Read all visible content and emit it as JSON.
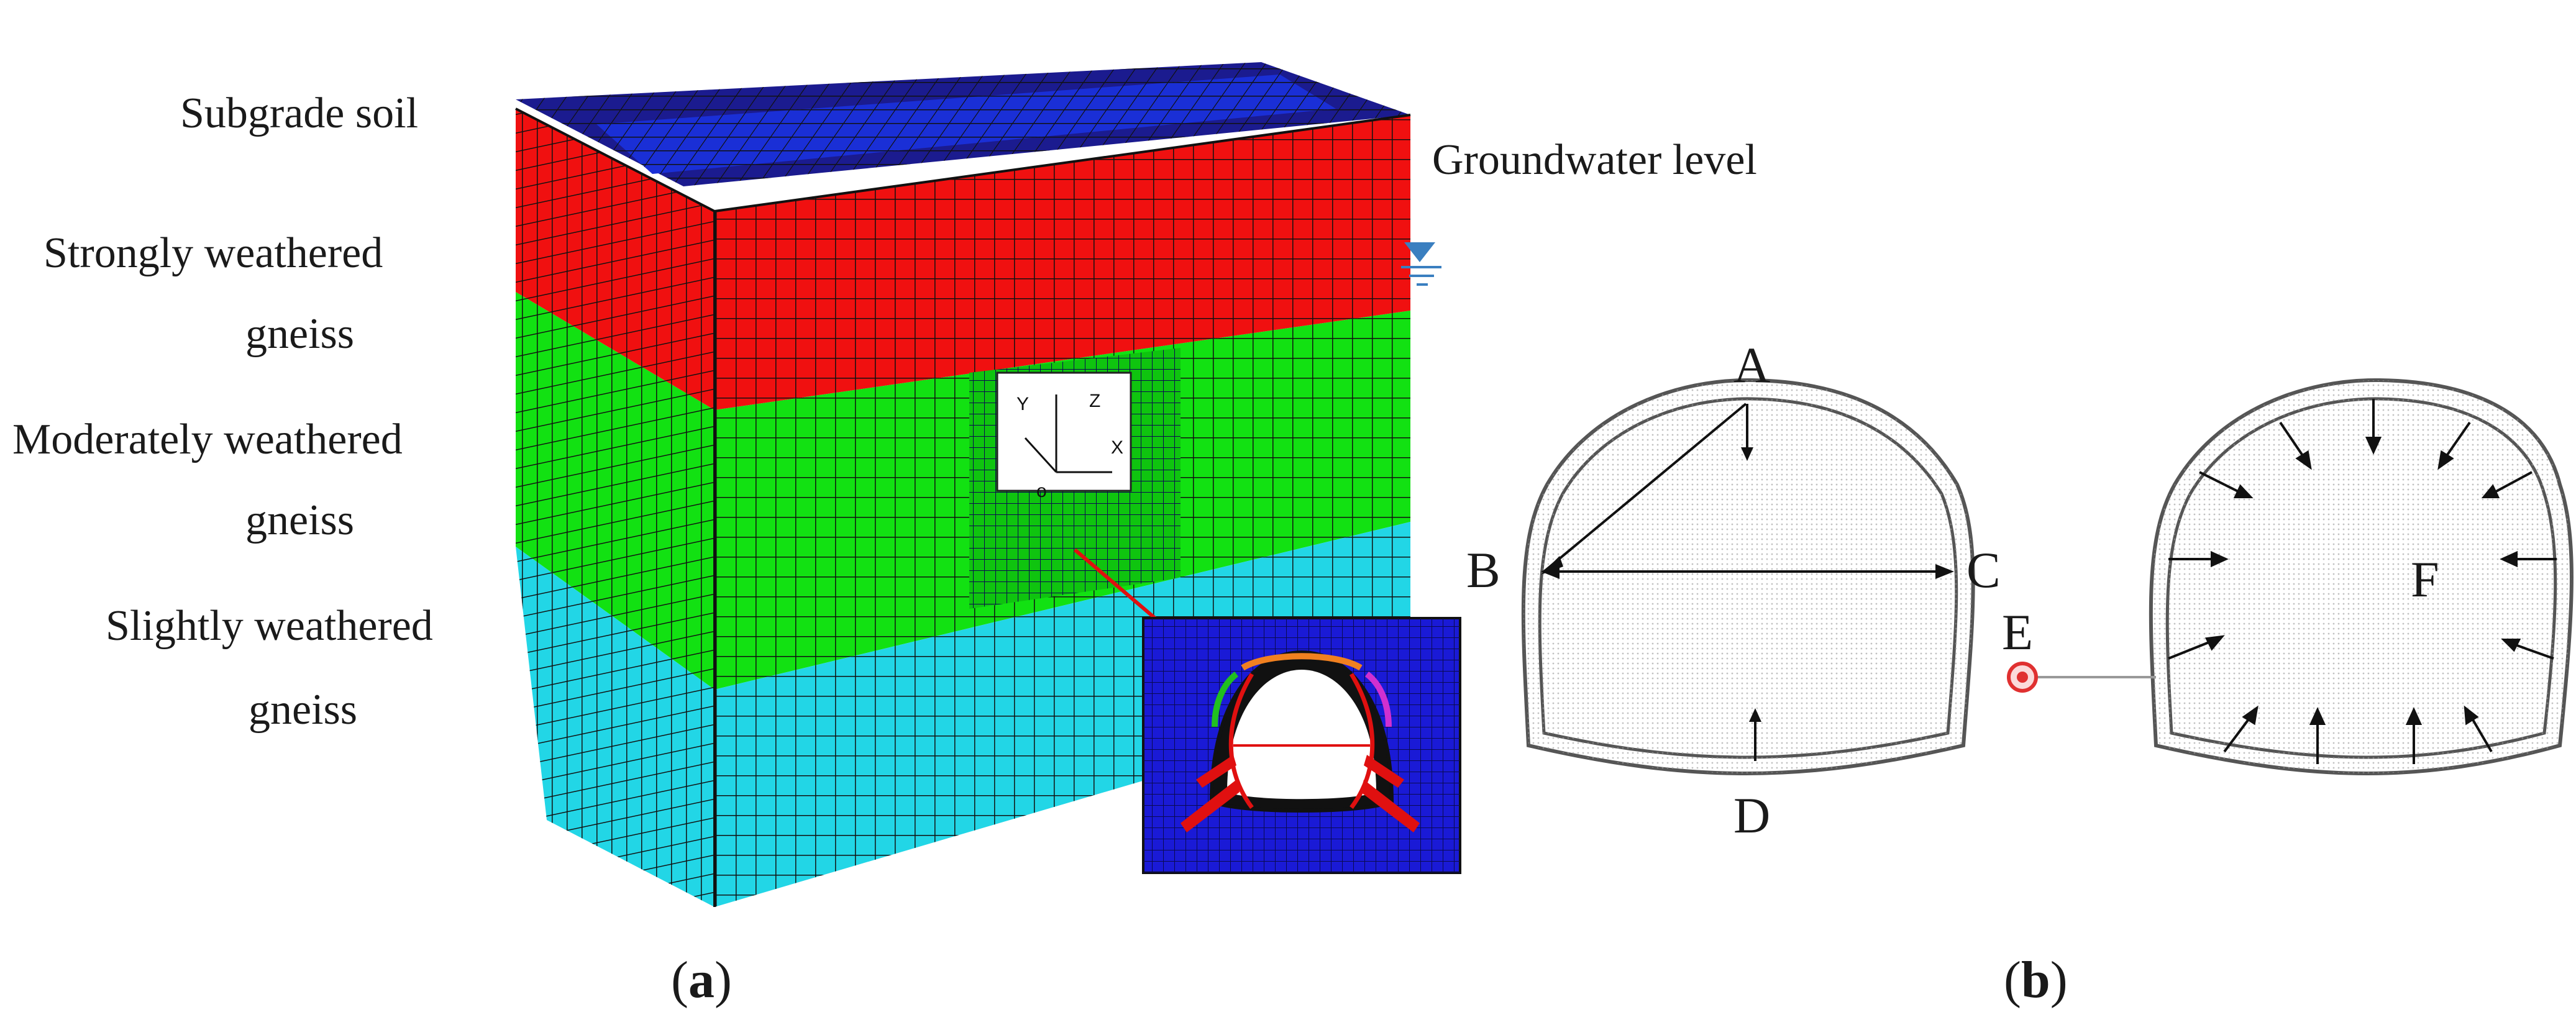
{
  "layer_labels": {
    "subgrade_soil": "Subgrade soil",
    "strongly_line1": "Strongly weathered",
    "strongly_line2": "gneiss",
    "moderately_line1": "Moderately weathered",
    "moderately_line2": "gneiss",
    "slightly_line1": "Slightly weathered",
    "slightly_line2": "gneiss",
    "groundwater": "Groundwater level"
  },
  "axes_labels": {
    "y": "Y",
    "z": "Z",
    "x": "X",
    "o": "o"
  },
  "points": {
    "a": "A",
    "b": "B",
    "c": "C",
    "d": "D",
    "e": "E",
    "f": "F"
  },
  "captions": {
    "a_open": "(",
    "a_letter": "a",
    "a_close": ")",
    "b_open": "(",
    "b_letter": "b",
    "b_close": ")"
  },
  "colors": {
    "top_layer": "#1b1b8f",
    "stripe": "#1a2fd6",
    "subgrade_red": "#f01010",
    "moderate_green": "#12e112",
    "slight_cyan": "#22d6e6",
    "inset_bg": "#1a1ad6",
    "water_marker": "#3a7fc0",
    "monitor_point": "#e03030"
  },
  "icons": [
    "groundwater-level-icon",
    "coordinate-axes-icon",
    "monitoring-point-icon"
  ]
}
